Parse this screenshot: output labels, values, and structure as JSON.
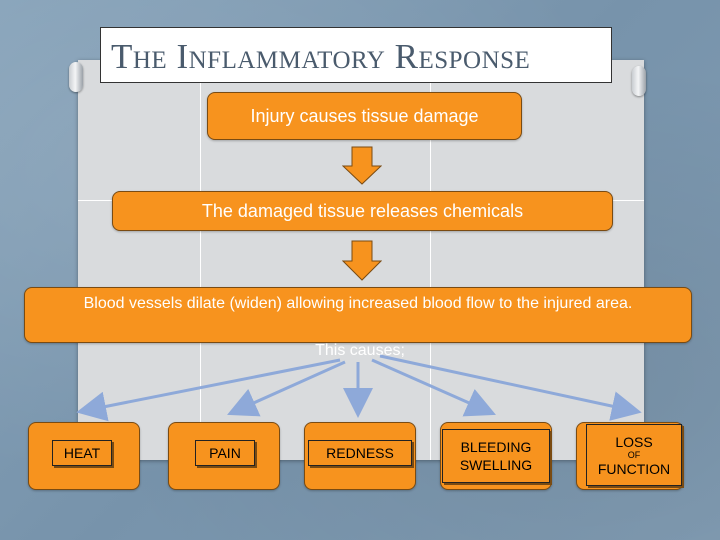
{
  "title": "The Inflammatory Response",
  "steps": [
    "Injury causes tissue damage",
    "The damaged tissue releases chemicals",
    "Blood vessels dilate (widen) allowing increased blood flow to the injured area."
  ],
  "causes_text": "This causes;",
  "outcomes": [
    {
      "label": "HEAT"
    },
    {
      "label": "PAIN"
    },
    {
      "label": "REDNESS"
    },
    {
      "label_line1": "BLEEDING",
      "label_line2": "SWELLING"
    },
    {
      "label_line1": "LOSS",
      "label_small": "OF",
      "label_line3": "FUNCTION"
    }
  ],
  "colors": {
    "box_fill": "#f7931e",
    "arrow_line": "#8ea9d9",
    "title_text": "#4a5b6d"
  }
}
